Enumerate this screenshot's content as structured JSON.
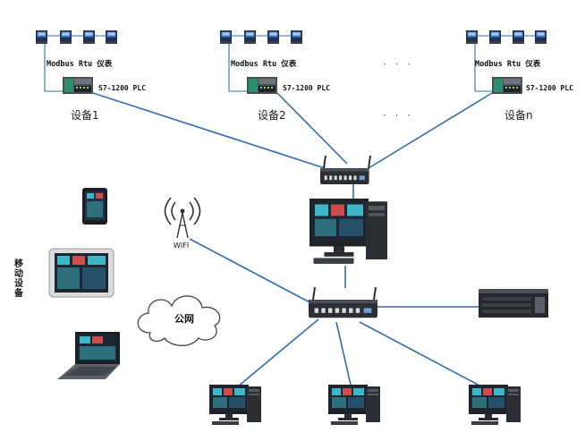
{
  "colors": {
    "link": "#2f6db5",
    "device_dark": "#2b2e33",
    "screen": "#1a2733",
    "accent": "#3fb6c8"
  },
  "groups": [
    {
      "meter_label": "Modbus Rtu 仪表",
      "plc_label": "S7-1200 PLC",
      "device_label": "设备1"
    },
    {
      "meter_label": "Modbus Rtu 仪表",
      "plc_label": "S7-1200 PLC",
      "device_label": "设备2"
    },
    {
      "meter_label": "Modbus Rtu 仪表",
      "plc_label": "S7-1200 PLC",
      "device_label": "设备n"
    }
  ],
  "ellipsis": "· · ·",
  "wifi_label": "WIFI",
  "mobile_label": "移动设备",
  "cloud_label": "公网",
  "icons": [
    "meter-icon",
    "plc-icon",
    "router-icon",
    "desktop-pc-icon",
    "wifi-tower-icon",
    "phone-icon",
    "tablet-icon",
    "laptop-icon",
    "cloud-icon",
    "server-icon"
  ]
}
